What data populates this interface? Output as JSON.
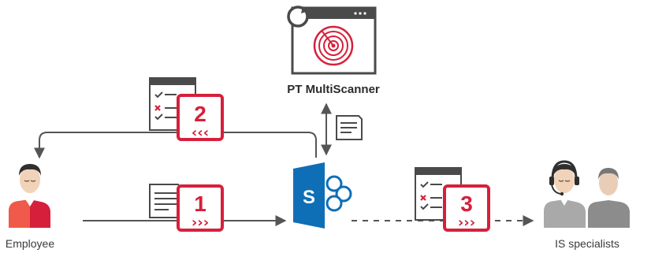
{
  "scanner": {
    "label": "PT MultiScanner"
  },
  "actors": {
    "employee": {
      "label": "Employee"
    },
    "specialists": {
      "label": "IS specialists"
    },
    "sharepoint": {
      "letter": "S"
    }
  },
  "steps": [
    {
      "number": "1",
      "arrows": "›››"
    },
    {
      "number": "2",
      "arrows": "‹‹‹"
    },
    {
      "number": "3",
      "arrows": "›››"
    }
  ],
  "colors": {
    "accent": "#d6203b",
    "line": "#555555",
    "doc": "#4a4a4a",
    "sharepoint": "#0f6fb6"
  },
  "icons": [
    "scanner-window-icon",
    "target-icon",
    "refresh-icon",
    "report-icon",
    "document-icon",
    "sharepoint-icon",
    "person-icon",
    "headset-icon"
  ]
}
